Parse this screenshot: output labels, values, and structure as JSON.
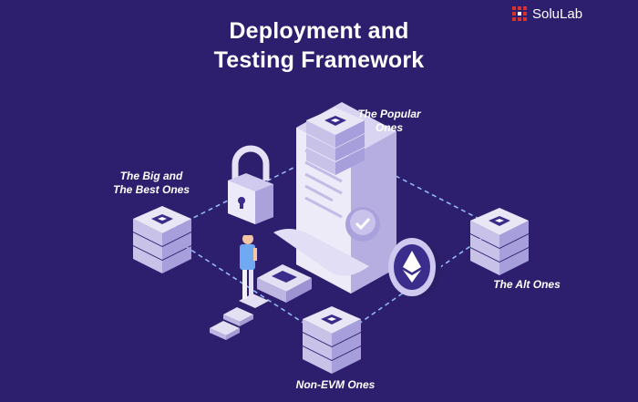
{
  "title": {
    "line1": "Deployment and",
    "line2": "Testing Framework"
  },
  "brand": {
    "name": "SoluLab",
    "logo_icon": "solulab-grid-logo-icon",
    "logo_color": "#d8322f"
  },
  "nodes": {
    "popular": {
      "line1": "The Popular",
      "line2": "Ones"
    },
    "big_best": {
      "line1": "The Big and",
      "line2": "The Best Ones"
    },
    "alt": {
      "line1": "The Alt Ones"
    },
    "non_evm": {
      "line1": "Non-EVM Ones"
    }
  },
  "colors": {
    "background": "#2e1f6e",
    "server_top": "#e9e6f5",
    "server_side": "#c8c2e8",
    "chip": "#3a2c8a",
    "dashed_line": "#8fb9f0"
  },
  "icons": [
    "padlock-icon",
    "document-scroll-icon",
    "checkmark-seal-icon",
    "ethereum-coin-icon",
    "person-figure-icon",
    "server-stack-icon"
  ]
}
